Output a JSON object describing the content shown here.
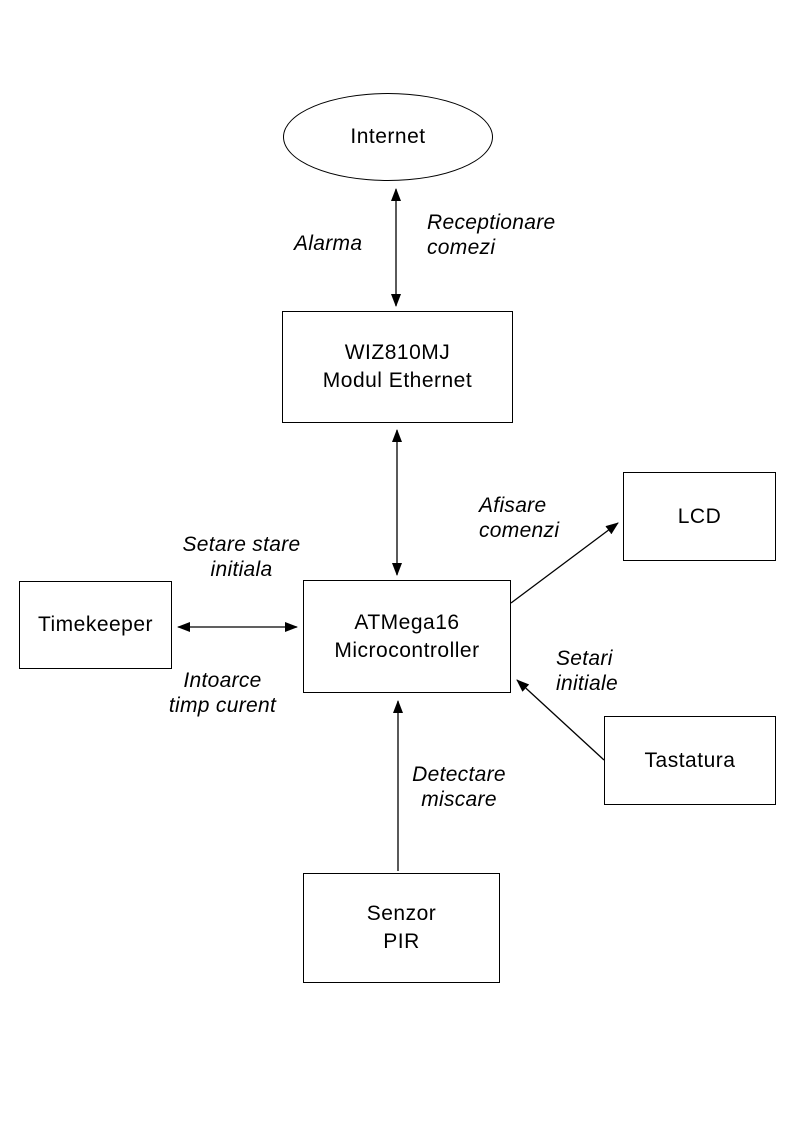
{
  "diagram": {
    "background": "#ffffff",
    "line_color": "#000000",
    "text_color": "#000000",
    "nodes": {
      "internet": {
        "label": "Internet"
      },
      "ethernet_module": {
        "lines": [
          "WIZ810MJ",
          "Modul Ethernet"
        ]
      },
      "microcontroller": {
        "lines": [
          "ATMega16",
          "Microcontroller"
        ]
      },
      "timekeeper": {
        "label": "Timekeeper"
      },
      "lcd": {
        "label": "LCD"
      },
      "keyboard": {
        "label": "Tastatura"
      },
      "pir_sensor": {
        "lines": [
          "Senzor",
          "PIR"
        ]
      }
    },
    "edge_labels": {
      "alarma": {
        "text": "Alarma"
      },
      "receptionare_comezi": {
        "lines": [
          "Receptionare",
          "comezi"
        ]
      },
      "setare_stare": {
        "lines": [
          "Setare stare",
          "initiala"
        ]
      },
      "intoarce_timp": {
        "lines": [
          "Intoarce",
          "timp curent"
        ]
      },
      "afisare_comenzi": {
        "lines": [
          "Afisare",
          "comenzi"
        ]
      },
      "setari_initiale": {
        "lines": [
          "Setari",
          "initiale"
        ]
      },
      "detectare_miscare": {
        "lines": [
          "Detectare",
          "miscare"
        ]
      }
    }
  }
}
